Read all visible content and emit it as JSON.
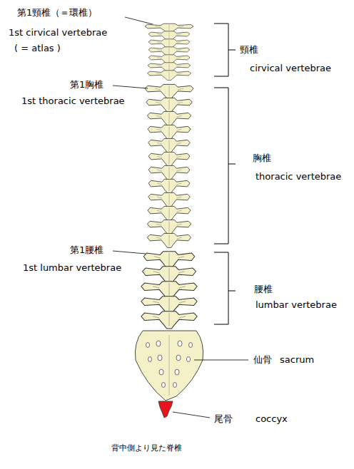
{
  "diagram": {
    "caption": "背中側より見た脊椎",
    "labels": [
      "第1頸椎（＝環椎）",
      "1st cirvical vertebrae",
      "( = atlas )",
      "頸椎",
      "cirvical vertebrae",
      "第1胸椎",
      "1st thoracic vertebrae",
      "胸椎",
      "thoracic vertebrae",
      "第1腰椎",
      "1st lumbar vertebrae",
      "腰椎",
      "lumbar vertebrae",
      "仙骨",
      "sacrum",
      "尾骨",
      "coccyx"
    ]
  }
}
